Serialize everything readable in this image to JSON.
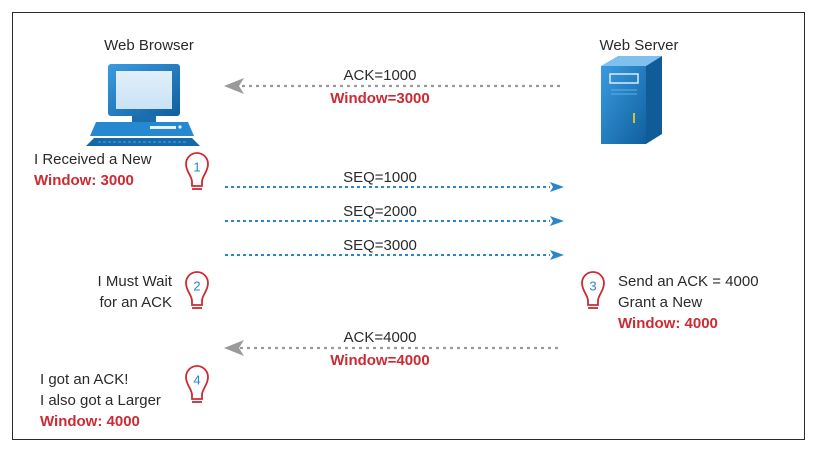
{
  "nodes": {
    "browser": {
      "label": "Web Browser"
    },
    "server": {
      "label": "Web Server"
    }
  },
  "messages": [
    {
      "lines": [
        "ACK=1000",
        "Window=3000"
      ],
      "direction": "server-to-browser",
      "style": "gray-dotted"
    },
    {
      "lines": [
        "SEQ=1000"
      ],
      "direction": "browser-to-server",
      "style": "blue-dotted"
    },
    {
      "lines": [
        "SEQ=2000"
      ],
      "direction": "browser-to-server",
      "style": "blue-dotted"
    },
    {
      "lines": [
        "SEQ=3000"
      ],
      "direction": "browser-to-server",
      "style": "blue-dotted"
    },
    {
      "lines": [
        "ACK=4000",
        "Window=4000"
      ],
      "direction": "server-to-browser",
      "style": "gray-dotted"
    }
  ],
  "steps": [
    {
      "num": "1",
      "lines": [
        "I Received a New"
      ],
      "highlight": "Window: 3000"
    },
    {
      "num": "2",
      "lines": [
        "I Must Wait",
        "for an ACK"
      ],
      "highlight": ""
    },
    {
      "num": "3",
      "lines": [
        "Send an ACK = 4000",
        "Grant a New"
      ],
      "highlight": "Window: 4000"
    },
    {
      "num": "4",
      "lines": [
        "I got an ACK!",
        "I also got a Larger"
      ],
      "highlight": "Window: 4000"
    }
  ],
  "colors": {
    "highlight": "#cc2b34",
    "seq_arrow": "#2a86c8",
    "ack_arrow": "#9a9a9a",
    "bulb_outline": "#cc2b34",
    "step_number": "#2a86c8",
    "device_blue": "#1a78bf"
  },
  "icons": {
    "browser": "desktop-computer-icon",
    "server": "tower-server-icon",
    "step": "lightbulb-icon"
  }
}
